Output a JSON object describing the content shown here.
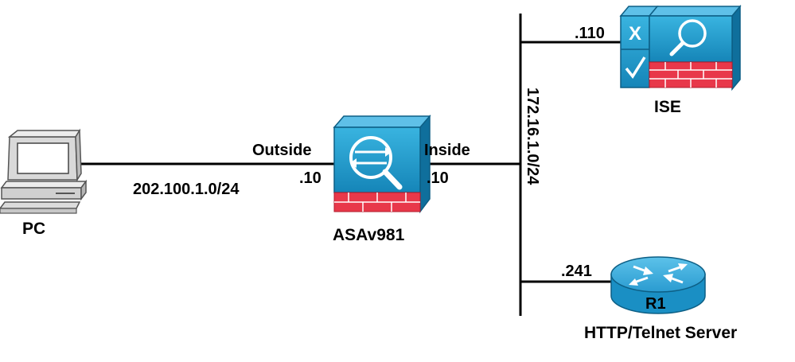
{
  "devices": {
    "pc": {
      "label": "PC"
    },
    "asa": {
      "label": "ASAv981"
    },
    "ise": {
      "label": "ISE"
    },
    "router": {
      "label": "R1",
      "role": "HTTP/Telnet Server"
    }
  },
  "links": {
    "outside_name": "Outside",
    "outside_ip": ".10",
    "outside_subnet": "202.100.1.0/24",
    "inside_name": "Inside",
    "inside_ip": ".10",
    "inside_subnet": "172.16.1.0/24",
    "ise_ip": ".110",
    "router_ip": ".241"
  },
  "colors": {
    "device_blue": "#1a96c8",
    "firewall_red": "#e8384a",
    "line": "#000000"
  }
}
